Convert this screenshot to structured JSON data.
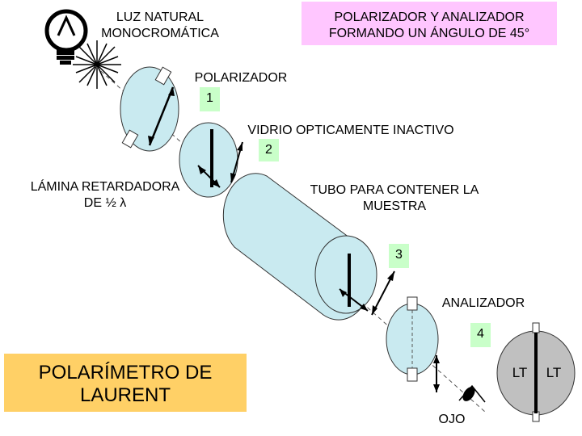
{
  "labels": {
    "luz_natural": "LUZ NATURAL\nMONOCROMÁTICA",
    "polarizador_analizador": "POLARIZADOR Y ANALIZADOR\nFORMANDO UN ÁNGULO DE 45°",
    "polarizador": "POLARIZADOR",
    "vidrio": "VIDRIO OPTICAMENTE INACTIVO",
    "lamina": "LÁMINA RETARDADORA\nDE ½ λ",
    "tubo": "TUBO PARA CONTENER LA\nMUESTRA",
    "analizador": "ANALIZADOR",
    "ojo": "OJO",
    "lt_left": "LT",
    "lt_right": "LT",
    "title": "POLARÍMETRO DE\nLAURENT"
  },
  "numbers": [
    "1",
    "2",
    "3",
    "4"
  ],
  "colors": {
    "optic_fill": "#c9eaf0",
    "pink_box": "#ffc6ff",
    "green_box": "#c9ffc9",
    "yellow_box": "#ffd066",
    "lt_fill": "#c0c0c0"
  },
  "icons": [
    "light-bulb-icon",
    "eye-icon"
  ]
}
